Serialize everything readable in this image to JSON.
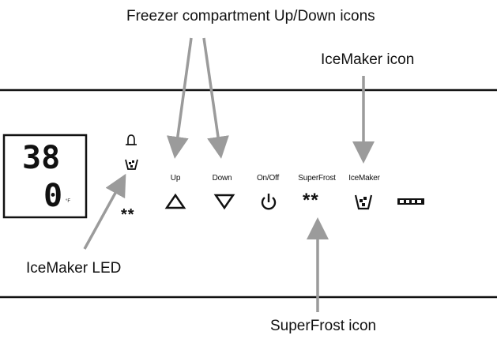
{
  "callouts": {
    "freezer": "Freezer compartment Up/Down icons",
    "icemaker_icon": "IceMaker icon",
    "icemaker_led": "IceMaker LED",
    "superfrost_icon": "SuperFrost icon"
  },
  "display": {
    "top_value": "38",
    "bottom_value": "0",
    "unit": "°F",
    "led_stars": "**"
  },
  "buttons": {
    "up": "Up",
    "down": "Down",
    "onoff": "On/Off",
    "superfrost": "SuperFrost",
    "icemaker": "IceMaker",
    "superfrost_symbol": "**"
  },
  "icons": [
    "alarm-bell-icon",
    "icemaker-led-icon",
    "up-triangle-icon",
    "down-triangle-icon",
    "power-icon",
    "icemaker-icon",
    "lock-indicator-icon"
  ],
  "colors": {
    "line": "#111111",
    "arrow": "#9b9b9b",
    "background": "#ffffff"
  }
}
